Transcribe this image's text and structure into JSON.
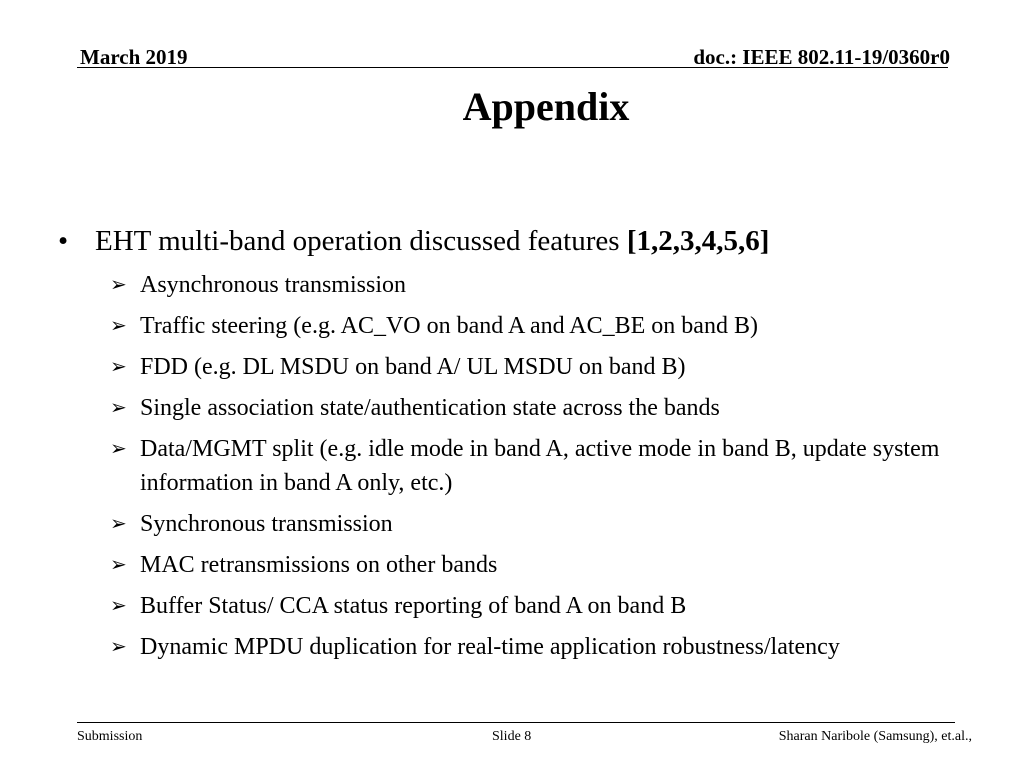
{
  "header": {
    "date": "March 2019",
    "doc_id": "doc.: IEEE 802.11-19/0360r0"
  },
  "title": "Appendix",
  "main_bullet": {
    "marker": "•",
    "text": "EHT multi-band operation discussed features ",
    "refs": "[1,2,3,4,5,6]"
  },
  "sub_bullet_marker": "➢",
  "sub_bullets": [
    "Asynchronous transmission",
    "Traffic steering (e.g. AC_VO on band A and AC_BE on band B)",
    "FDD (e.g. DL MSDU on band A/ UL MSDU on band B)",
    "Single association state/authentication state across the bands",
    "Data/MGMT split (e.g. idle mode in band A, active mode in band B, update system information in band A only, etc.)",
    "Synchronous transmission",
    "MAC retransmissions on other bands",
    "Buffer Status/ CCA status reporting of band A on band B",
    "Dynamic MPDU duplication for real-time application robustness/latency"
  ],
  "footer": {
    "left": "Submission",
    "center": "Slide 8",
    "right": "Sharan Naribole (Samsung), et.al.,"
  }
}
